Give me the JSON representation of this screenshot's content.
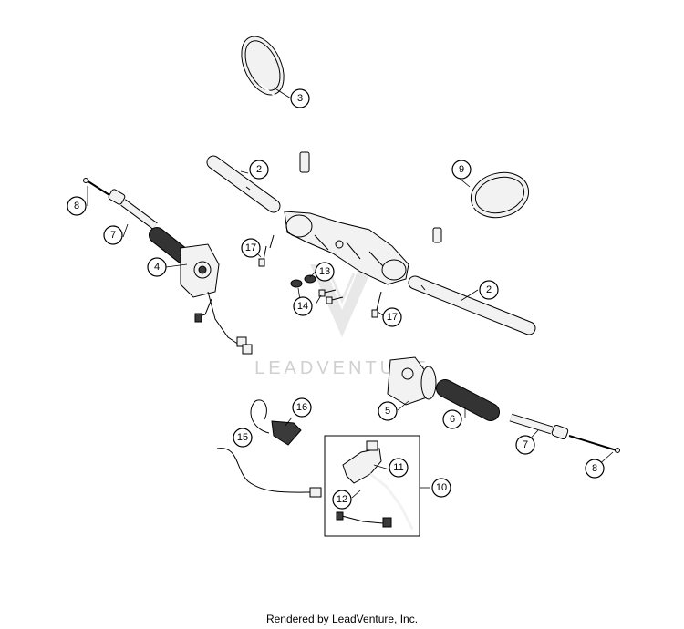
{
  "watermark": {
    "text": "LEADVENTURE"
  },
  "footer": {
    "text": "Rendered by LeadVenture, Inc."
  },
  "callouts": [
    {
      "id": "c-3",
      "label": "3"
    },
    {
      "id": "c-2a",
      "label": "2"
    },
    {
      "id": "c-9",
      "label": "9"
    },
    {
      "id": "c-8a",
      "label": "8"
    },
    {
      "id": "c-7a",
      "label": "7"
    },
    {
      "id": "c-17a",
      "label": "17"
    },
    {
      "id": "c-13",
      "label": "13"
    },
    {
      "id": "c-4",
      "label": "4"
    },
    {
      "id": "c-14",
      "label": "14"
    },
    {
      "id": "c-2b",
      "label": "2"
    },
    {
      "id": "c-17b",
      "label": "17"
    },
    {
      "id": "c-5",
      "label": "5"
    },
    {
      "id": "c-6",
      "label": "6"
    },
    {
      "id": "c-16",
      "label": "16"
    },
    {
      "id": "c-15",
      "label": "15"
    },
    {
      "id": "c-11",
      "label": "11"
    },
    {
      "id": "c-10",
      "label": "10"
    },
    {
      "id": "c-12",
      "label": "12"
    },
    {
      "id": "c-7b",
      "label": "7"
    },
    {
      "id": "c-8b",
      "label": "8"
    }
  ]
}
